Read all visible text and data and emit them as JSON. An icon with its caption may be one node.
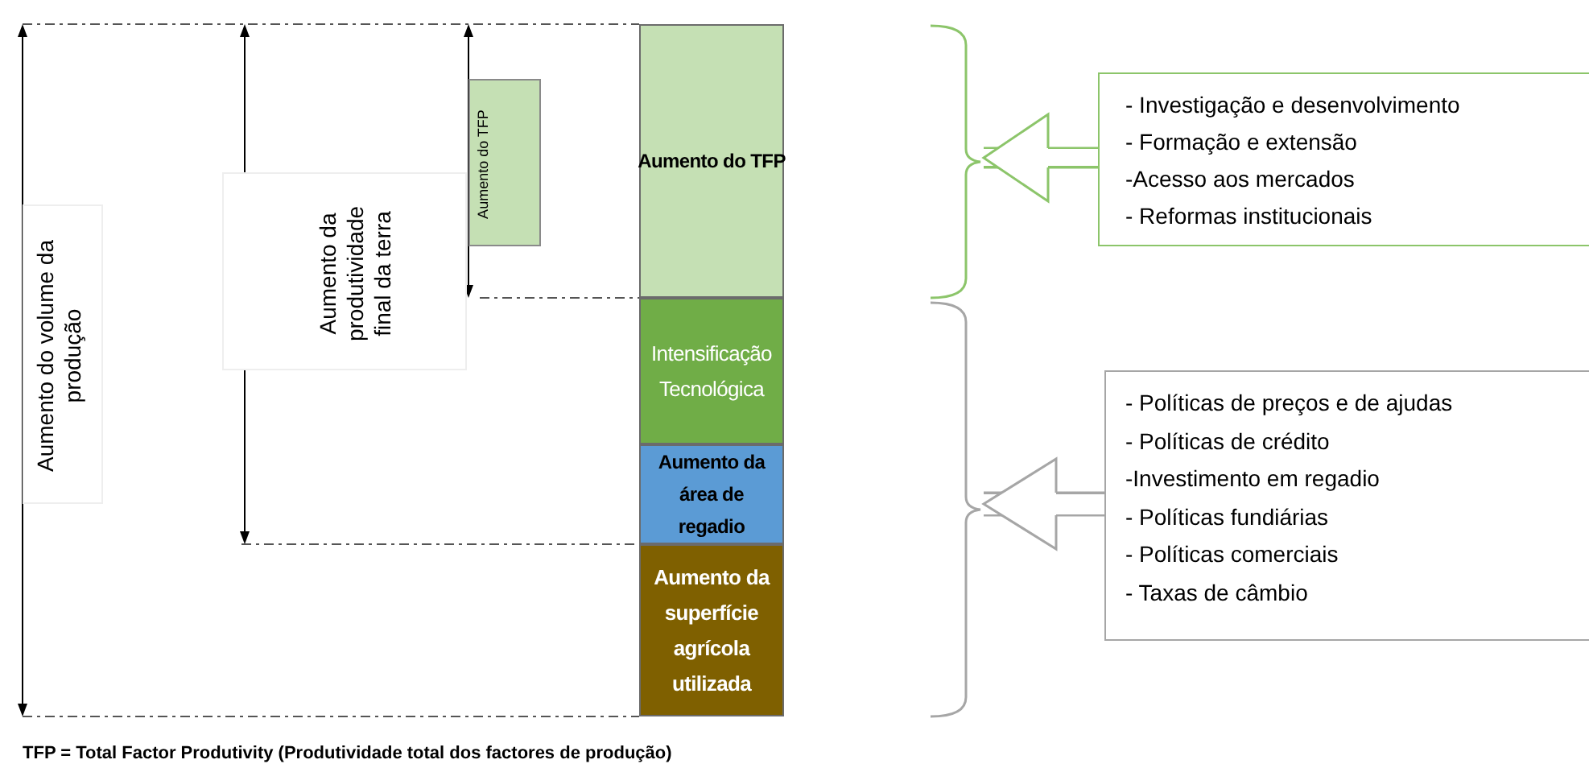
{
  "diagram": {
    "caption": "TFP = Total Factor Produtivity (Produtividade total dos factores de produção)",
    "nodes": [
      {
        "text": [
          "Aumento do volume da produção"
        ]
      },
      {
        "text": [
          "Aumento da produtividade final da terra"
        ]
      },
      {
        "text": [
          "Aumento do TFP"
        ]
      },
      {
        "text": [
          "Aumento do TFP"
        ]
      },
      {
        "text": [
          "Intensificação Tecnológica"
        ]
      },
      {
        "text": [
          "Aumento da área de regadio"
        ]
      },
      {
        "text": [
          "Aumento da superfície agrícola utilizada"
        ]
      },
      {
        "text": [
          "- Investigação e desenvolvimento",
          "- Formação e extensão",
          "-Acesso aos mercados",
          "- Reformas institucionais"
        ]
      },
      {
        "text": [
          "- Políticas de preços e de ajudas",
          "- Políticas de crédito",
          "-Investimento em regadio",
          "- Políticas fundiárias",
          "- Políticas comerciais",
          "- Taxas de câmbio"
        ]
      },
      {
        "text": [],
        "shape": "brace"
      },
      {
        "text": [],
        "shape": "brace"
      }
    ],
    "edges": [
      {
        "from": 7,
        "to": 9,
        "arrow": "to",
        "color": "#8cc56a"
      },
      {
        "from": 8,
        "to": 10,
        "arrow": "to",
        "color": "#a6a6a6"
      }
    ]
  }
}
